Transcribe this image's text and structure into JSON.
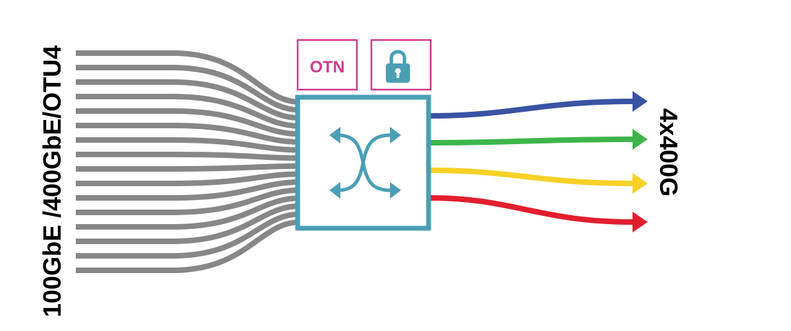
{
  "diagram": {
    "left_label": "100GbE /400GbE/OTU4",
    "right_label": "4x400G",
    "otn_label": "OTN",
    "lock_icon": "lock-icon",
    "switch_icon": "crossover-arrows-icon",
    "input_fiber_count": 16,
    "output_count": 4,
    "colors": {
      "fiber": "#878787",
      "switch_border": "#4a9fb5",
      "badge_border": "#d43a8c",
      "otn_text": "#d43a8c",
      "lock": "#4a9fb5",
      "outputs": [
        "#3953a4",
        "#3db54a",
        "#f7d127",
        "#e31e2d"
      ]
    }
  }
}
